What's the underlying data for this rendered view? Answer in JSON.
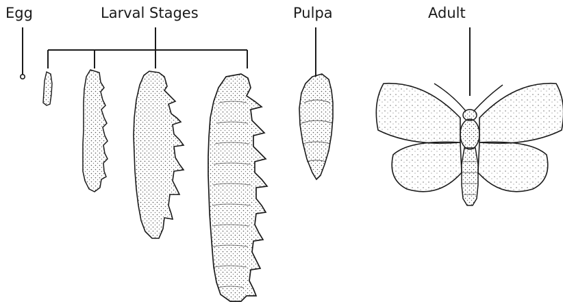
{
  "labels": {
    "egg": "Egg",
    "larval_stages": "Larval Stages",
    "pupa": "Pulpa",
    "adult": "Adult"
  },
  "colors": {
    "ink": "#1a1a1a",
    "stipple": "#555555",
    "background": "#ffffff"
  }
}
